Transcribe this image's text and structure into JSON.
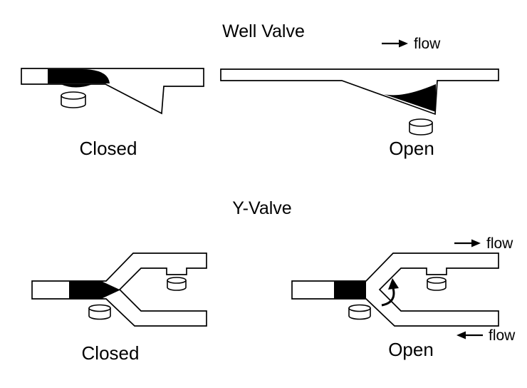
{
  "colors": {
    "ink": "#000000",
    "background": "#ffffff"
  },
  "well_valve": {
    "title": "Well Valve",
    "flow_label": "flow",
    "closed_label": "Closed",
    "open_label": "Open"
  },
  "y_valve": {
    "title": "Y-Valve",
    "flow_out_label": "flow",
    "flow_in_label": "flow",
    "closed_label": "Closed",
    "open_label": "Open"
  }
}
